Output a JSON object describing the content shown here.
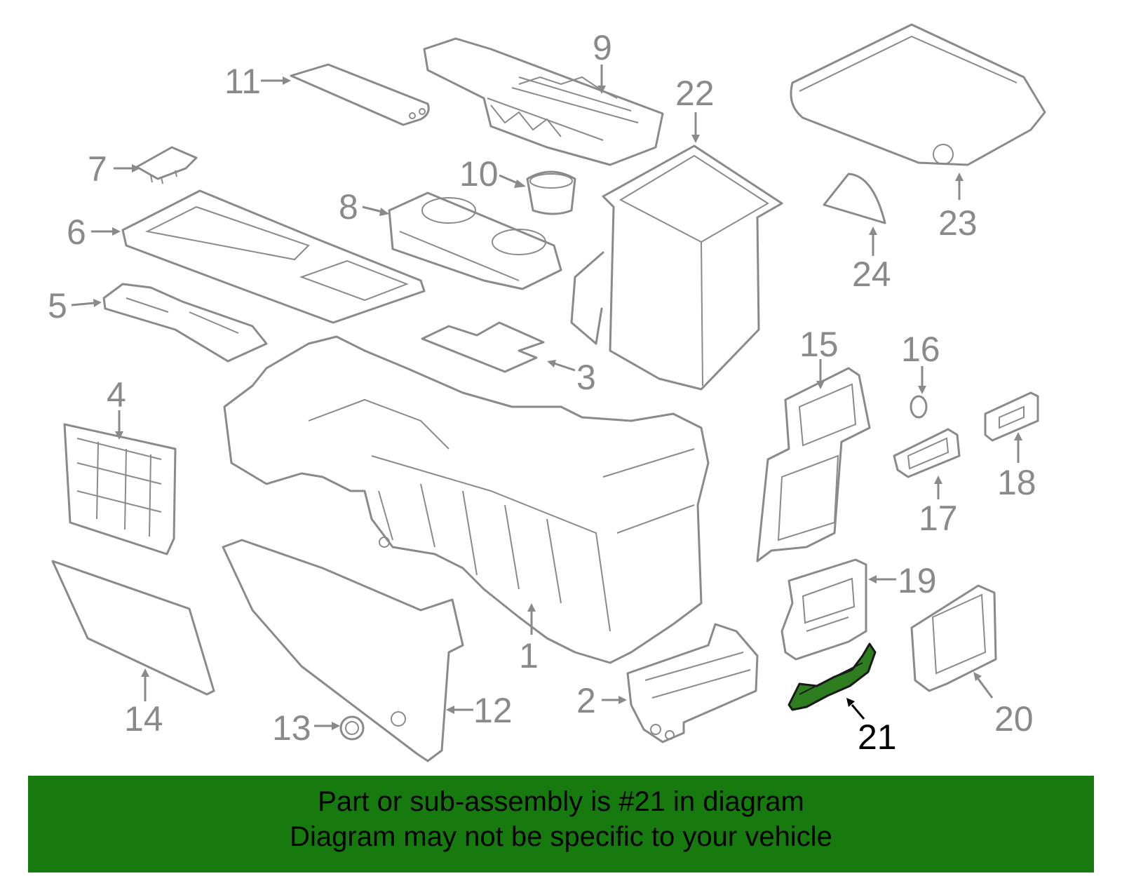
{
  "colors": {
    "line_art": "#8a8a8a",
    "highlight_fill": "#2e7d1e",
    "banner_bg": "#177a0f",
    "banner_text": "#000000"
  },
  "highlighted_part": "21",
  "callouts": {
    "c1": "1",
    "c2": "2",
    "c3": "3",
    "c4": "4",
    "c5": "5",
    "c6": "6",
    "c7": "7",
    "c8": "8",
    "c9": "9",
    "c10": "10",
    "c11": "11",
    "c12": "12",
    "c13": "13",
    "c14": "14",
    "c15": "15",
    "c16": "16",
    "c17": "17",
    "c18": "18",
    "c19": "19",
    "c20": "20",
    "c21": "21",
    "c22": "22",
    "c23": "23",
    "c24": "24"
  },
  "banner": {
    "line1": "Part or sub-assembly is #21 in diagram",
    "line2": "Diagram may not be specific to your vehicle"
  }
}
